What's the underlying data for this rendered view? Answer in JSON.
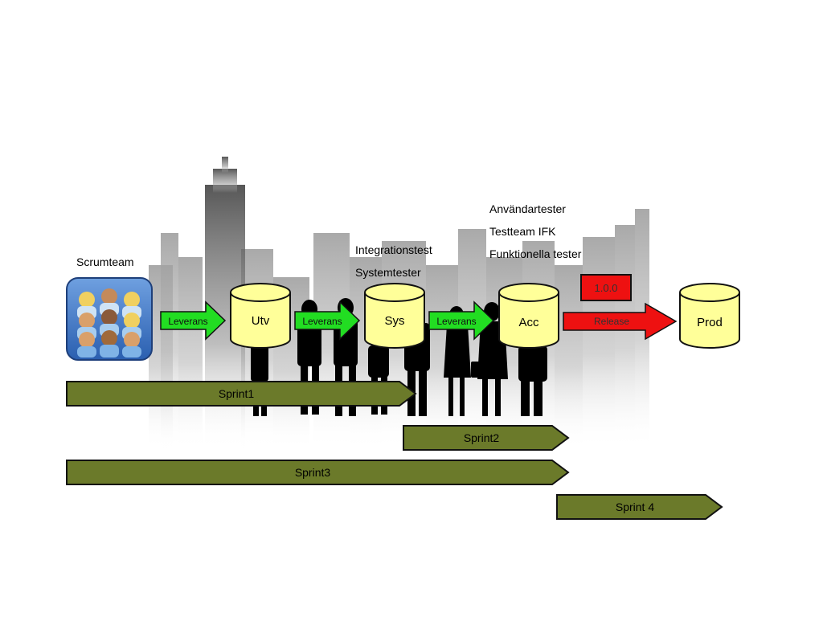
{
  "team": {
    "label": "Scrumteam"
  },
  "notes": {
    "sys_1": "Integrationstest",
    "sys_2": "Systemtester",
    "acc_1": "Användartester",
    "acc_2": "Testteam IFK",
    "acc_3": "Funktionella tester"
  },
  "version": "1.0.0",
  "cylinders": {
    "utv": "Utv",
    "sys": "Sys",
    "acc": "Acc",
    "prod": "Prod"
  },
  "arrows": {
    "leverans_1": "Leverans",
    "leverans_2": "Leverans",
    "leverans_3": "Leverans",
    "release": "Release"
  },
  "sprints": {
    "s1": "Sprint1",
    "s2": "Sprint2",
    "s3": "Sprint3",
    "s4": "Sprint 4"
  },
  "colors": {
    "sprint_fill": "#6b7a2a",
    "leverans_fill": "#22dd22",
    "release_fill": "#ee1111",
    "cylinder_fill": "#ffff99",
    "team_bg": "#3a73c4"
  }
}
